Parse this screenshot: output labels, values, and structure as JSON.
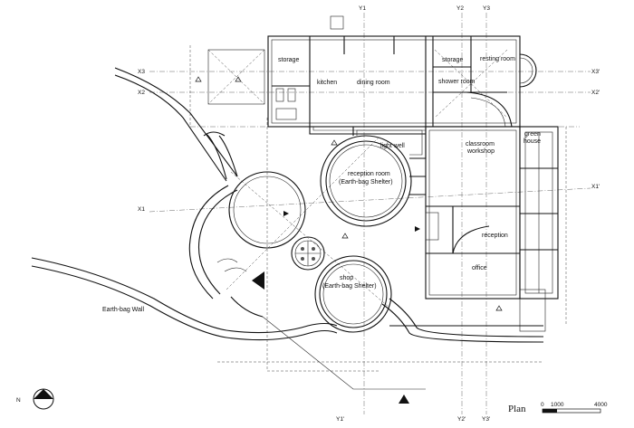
{
  "rooms": {
    "storage_left": "storage",
    "kitchen": "kitchen",
    "dining": "dining room",
    "storage_right": "storage",
    "resting": "resting room",
    "shower": "shower room",
    "light_well": "light well",
    "reception_room_1": "reception room",
    "reception_room_2": "(Earth-bag Shelter)",
    "classroom_1": "classroom",
    "classroom_2": "workshop",
    "green_1": "green",
    "green_2": "house",
    "reception": "reception",
    "office": "office",
    "shop_1": "shop",
    "shop_2": "(Earth-bag Shelter)",
    "earth_bag_wall": "Earth-bag Wall"
  },
  "axes": {
    "y1": "Y1",
    "y2": "Y2",
    "y3": "Y3",
    "y1p": "Y1'",
    "y2p": "Y2'",
    "y3p": "Y3'",
    "x1": "X1",
    "x2": "X2",
    "x3": "X3",
    "x1p": "X1'",
    "x2p": "X2'",
    "x3p": "X3'"
  },
  "north": "N",
  "title": "Plan",
  "scale": {
    "t0": "0",
    "t1": "1000",
    "t2": "4000"
  }
}
